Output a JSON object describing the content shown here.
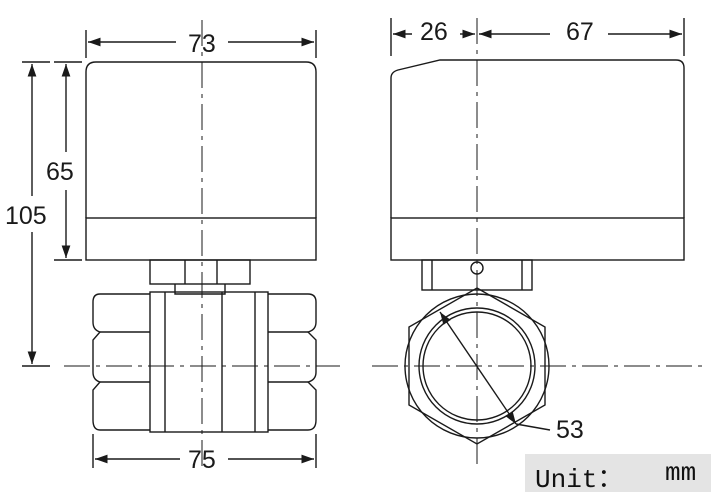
{
  "dimensions": {
    "front_width_top": "73",
    "actuator_height": "65",
    "total_height": "105",
    "body_width": "75",
    "side_offset": "26",
    "side_width": "67",
    "port_diameter": "53"
  },
  "unit": {
    "label": "Unit：",
    "value": "mm"
  },
  "colors": {
    "background": "#ffffff",
    "line": "#1a1a1a",
    "unit_box": "#e4e4e4"
  }
}
